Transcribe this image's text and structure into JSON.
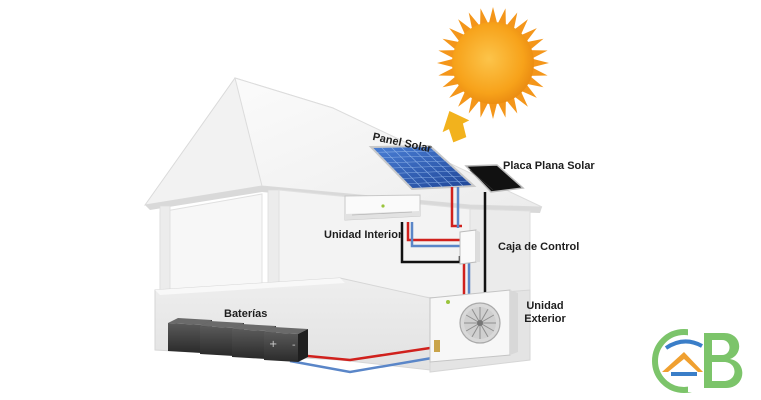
{
  "labels": {
    "panel_solar": "Panel Solar",
    "placa_plana": "Placa Plana Solar",
    "unidad_interior": "Unidad Interior",
    "caja_control": "Caja de Control",
    "baterias": "Baterías",
    "unidad_exterior_line1": "Unidad",
    "unidad_exterior_line2": "Exterior"
  },
  "colors": {
    "sun": "#f7a21a",
    "house_wall": "#e9e9e9",
    "house_roof": "#f6f6f6",
    "panel_blue": "#2f5fb8",
    "wire_red": "#d0211d",
    "wire_blue": "#5a86c8",
    "wire_black": "#111111",
    "logo_green": "#7cc46a",
    "logo_blue": "#3a7ec8",
    "logo_orange": "#f0a030"
  },
  "icons": [
    "sun-icon",
    "arrow-down-icon",
    "logo-icon"
  ]
}
